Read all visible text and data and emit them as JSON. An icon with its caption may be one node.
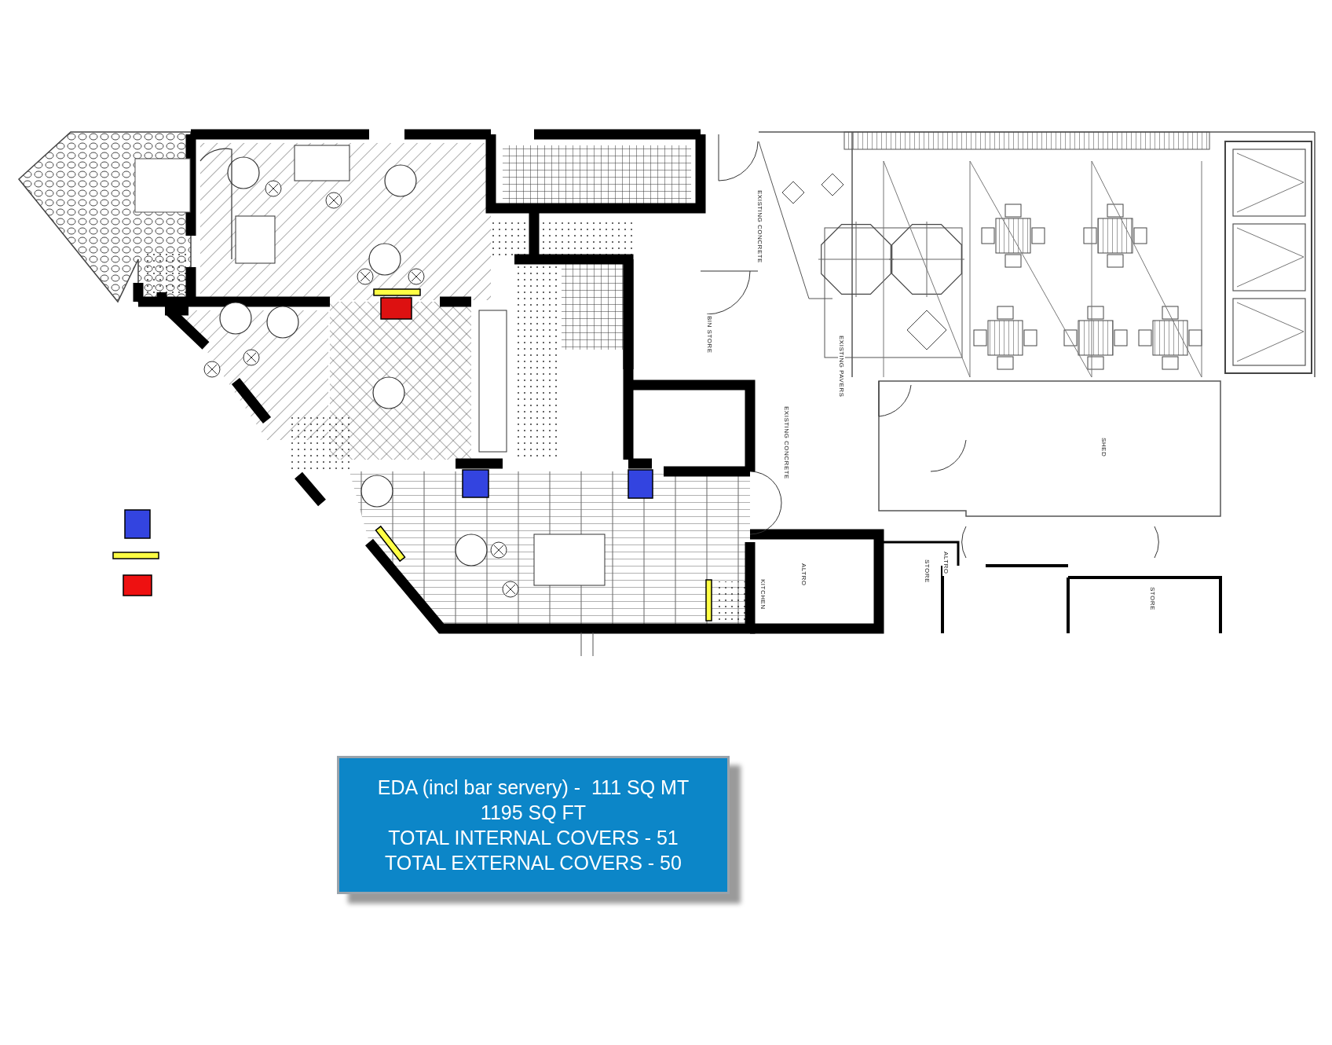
{
  "diagram": {
    "nodes": [
      {
        "text": [
          "EDA (incl bar servery) -  111 SQ MT",
          "1195 SQ FT",
          "TOTAL INTERNAL COVERS - 51",
          "TOTAL EXTERNAL COVERS - 50"
        ]
      }
    ],
    "labels": [
      "EXISTING CONCRETE",
      "EXISTING PAVERS",
      "BIN STORE",
      "EXISTING CONCRETE",
      "SHED",
      "STORE",
      "ALTRO",
      "ALTRO",
      "KITCHEN",
      "STORE"
    ]
  }
}
